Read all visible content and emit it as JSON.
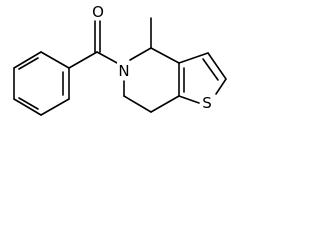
{
  "molecule": {
    "atoms": {
      "oxygen": "O",
      "nitrogen": "N",
      "sulfur": "S"
    }
  }
}
